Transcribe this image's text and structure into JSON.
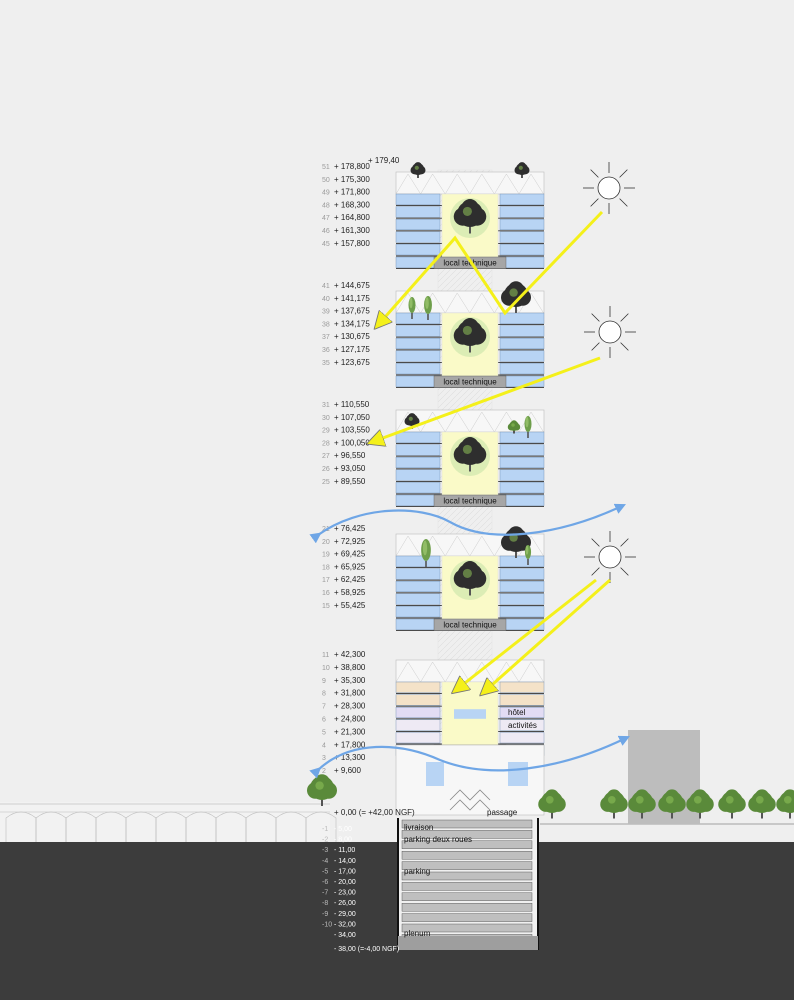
{
  "modules": [
    {
      "floors": [
        "51",
        "50",
        "49",
        "48",
        "47",
        "46",
        "45"
      ],
      "levels": [
        "+ 178,800",
        "+ 175,300",
        "+ 171,800",
        "+ 168,300",
        "+ 164,800",
        "+ 161,300",
        "+ 157,800"
      ],
      "extra": "+ 179,40",
      "technique": "local technique"
    },
    {
      "floors": [
        "41",
        "40",
        "39",
        "38",
        "37",
        "36",
        "35"
      ],
      "levels": [
        "+ 144,675",
        "+ 141,175",
        "+ 137,675",
        "+ 134,175",
        "+ 130,675",
        "+ 127,175",
        "+ 123,675"
      ],
      "technique": "local technique"
    },
    {
      "floors": [
        "31",
        "30",
        "29",
        "28",
        "27",
        "26",
        "25"
      ],
      "levels": [
        "+ 110,550",
        "+ 107,050",
        "+ 103,550",
        "+ 100,050",
        "+ 96,550",
        "+ 93,050",
        "+ 89,550"
      ],
      "technique": "local technique"
    },
    {
      "floors": [
        "21",
        "20",
        "19",
        "18",
        "17",
        "16",
        "15"
      ],
      "levels": [
        "+ 76,425",
        "+ 72,925",
        "+ 69,425",
        "+ 65,925",
        "+ 62,425",
        "+ 58,925",
        "+ 55,425"
      ],
      "technique": "local technique"
    },
    {
      "floors": [
        "11",
        "10",
        "9",
        "8",
        "7",
        "6",
        "5",
        "4",
        "3",
        "2"
      ],
      "levels": [
        "+ 42,300",
        "+ 38,800",
        "+ 35,300",
        "+ 31,800",
        "+ 28,300",
        "+ 24,800",
        "+ 21,300",
        "+ 17,800",
        "+ 13,300",
        "+ 9,600"
      ],
      "technique": "local technique",
      "hotel": "hôtel",
      "activites": "activités"
    }
  ],
  "ground": {
    "level": "+ 0,00 (= +42,00 NGF)",
    "passage": "passage"
  },
  "underground": {
    "floors": [
      "-1",
      "-2",
      "-3",
      "-4",
      "-5",
      "-6",
      "-7",
      "-8",
      "-9",
      "-10",
      ""
    ],
    "levels": [
      "- 5,00",
      "- 8,00",
      "- 11,00",
      "- 14,00",
      "- 17,00",
      "- 20,00",
      "- 23,00",
      "- 26,00",
      "- 29,00",
      "- 32,00",
      "- 34,00"
    ],
    "bottom": "- 38,00 (=-4,00 NGF)",
    "livraison": "livraison",
    "parking_deux_roues": "parking deux roues",
    "parking": "parking",
    "plenum": "plenum"
  },
  "colors": {
    "background": "#efefef",
    "underground": "#3c3c3c",
    "office": "#b8d4f4",
    "hotel": "#f4e2c8",
    "activities": "#e2dcf4",
    "technique": "#a6a6a6",
    "sun_arrow": "#f4f01a",
    "wind_arrow": "#6fa6e6",
    "atrium": "#fafac8",
    "tree": "#3a3a3a",
    "neighbor_building": "#bdbdbd"
  },
  "icons": [
    "sun-icon",
    "tree-icon",
    "solar-arrow-icon",
    "wind-arrow-icon"
  ]
}
